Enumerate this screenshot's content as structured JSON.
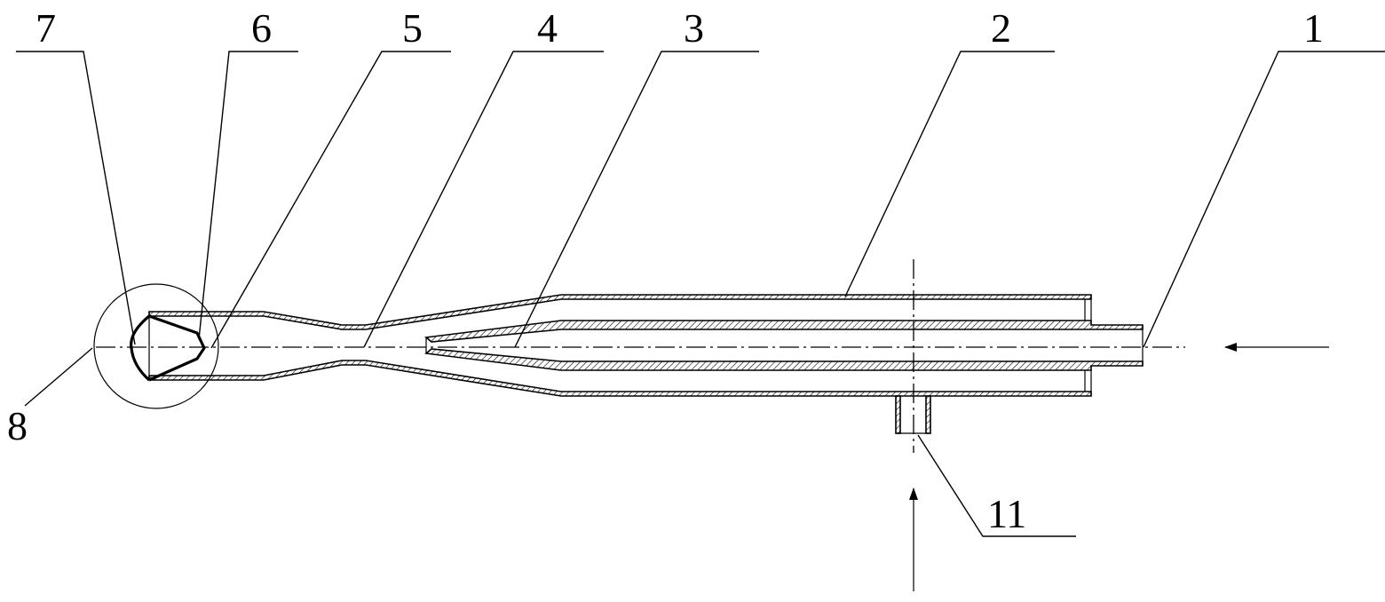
{
  "callouts": [
    {
      "id": "c1",
      "label": "1"
    },
    {
      "id": "c2",
      "label": "2"
    },
    {
      "id": "c3",
      "label": "3"
    },
    {
      "id": "c4",
      "label": "4"
    },
    {
      "id": "c5",
      "label": "5"
    },
    {
      "id": "c6",
      "label": "6"
    },
    {
      "id": "c7",
      "label": "7"
    },
    {
      "id": "c8",
      "label": "8"
    },
    {
      "id": "c11",
      "label": "11"
    }
  ],
  "colors": {
    "line": "#000000",
    "background": "#ffffff"
  }
}
